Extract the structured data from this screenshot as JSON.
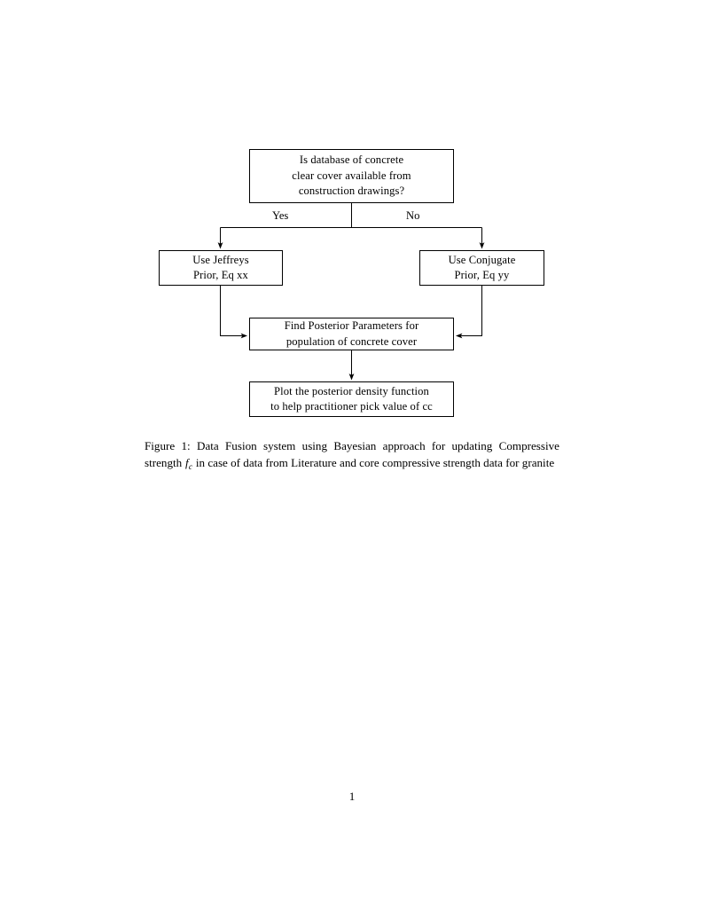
{
  "document": {
    "page_number": "1"
  },
  "figure": {
    "type": "flowchart",
    "nodes": [
      {
        "id": "decision",
        "kind": "decision",
        "lines": [
          "Is database of concrete",
          "clear cover available from",
          "construction drawings?"
        ]
      },
      {
        "id": "jeffreys",
        "kind": "process",
        "lines": [
          "Use Jeffreys",
          "Prior, Eq xx"
        ]
      },
      {
        "id": "conjugate",
        "kind": "process",
        "lines": [
          "Use Conjugate",
          "Prior, Eq yy"
        ]
      },
      {
        "id": "posterior",
        "kind": "process",
        "lines": [
          "Find Posterior Parameters for",
          "population of concrete cover"
        ]
      },
      {
        "id": "plot",
        "kind": "process",
        "lines": [
          "Plot the posterior density function",
          "to help practitioner pick value of cc"
        ]
      }
    ],
    "branch_labels": {
      "yes": "Yes",
      "no": "No"
    },
    "edges": [
      {
        "from": "decision",
        "to": "jeffreys",
        "label": "Yes"
      },
      {
        "from": "decision",
        "to": "conjugate",
        "label": "No"
      },
      {
        "from": "jeffreys",
        "to": "posterior",
        "label": ""
      },
      {
        "from": "conjugate",
        "to": "posterior",
        "label": ""
      },
      {
        "from": "posterior",
        "to": "plot",
        "label": ""
      }
    ],
    "line_color": "#000000"
  },
  "caption": {
    "label": "Figure 1:",
    "text_before_math": " Data Fusion system using Bayesian approach for updating Compressive strength ",
    "math_base": "f",
    "math_sub": "c",
    "text_after_math": " in case of data from Literature and core compressive strength data for granite"
  }
}
